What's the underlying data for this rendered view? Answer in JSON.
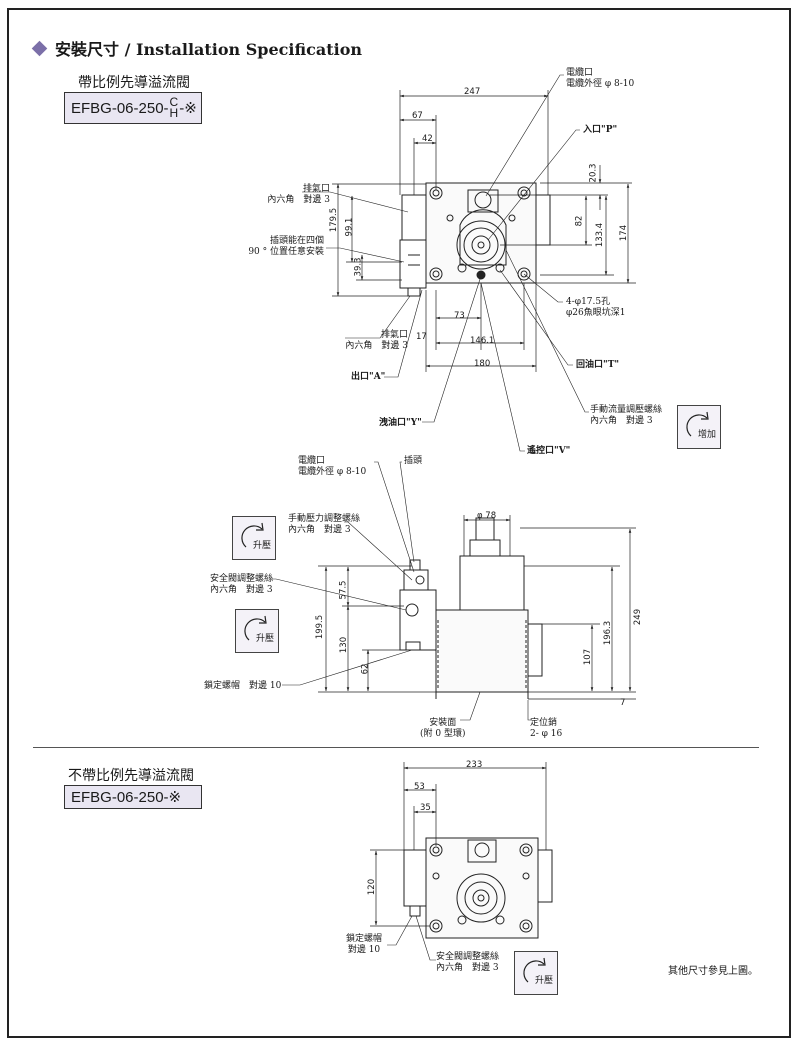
{
  "header": {
    "title": "安裝尺寸 / Installation Specification"
  },
  "section1": {
    "subtitle": "帶比例先導溢流閥",
    "model_prefix": "EFBG-06-250-",
    "model_top": "C",
    "model_bottom": "H",
    "model_suffix": "-※"
  },
  "section2": {
    "subtitle": "不帶比例先導溢流閥",
    "model": "EFBG-06-250-※"
  },
  "view1": {
    "cable_port": [
      "電纜口",
      "電纜外徑 φ 8-10"
    ],
    "inlet": "入口\"P\"",
    "exhaust_top": [
      "排氣口",
      "內六角　對邊 3"
    ],
    "plug_note": [
      "插頭能在四個",
      "90 ° 位置任意安裝"
    ],
    "exhaust_bottom": [
      "排氣口",
      "內六角　對邊 3"
    ],
    "outlet_a": "出口\"A\"",
    "holes": [
      "4-φ17.5孔",
      "φ26魚眼坑深1"
    ],
    "return_t": "回油口\"T\"",
    "manual_flow": [
      "手動流量調壓螺絲",
      "內六角　對邊 3"
    ],
    "drain_y": "洩油口\"Y\"",
    "remote_v": "遙控口\"V\"",
    "increase": "增加",
    "dims": {
      "d247": "247",
      "d67": "67",
      "d42": "42",
      "d20_3": "20.3",
      "d82": "82",
      "d133_4": "133.4",
      "d174": "174",
      "d179_5": "179.5",
      "d99_1": "99.1",
      "d39_3": "39.3",
      "d73": "73",
      "d17": "17",
      "d146_1": "146.1",
      "d180": "180"
    }
  },
  "view2": {
    "cable_port": [
      "電纜口",
      "電纜外徑 φ 8-10"
    ],
    "plug": "插頭",
    "manual_pressure": [
      "手動壓力調整螺絲",
      "內六角　對邊 3"
    ],
    "raise1": "升壓",
    "safety_screw": [
      "安全閥調整螺絲",
      "內六角　對邊 3"
    ],
    "raise2": "升壓",
    "lock_nut": "鎖定螺帽　對邊 10",
    "mount_face": [
      "安裝面",
      "(附 0 型環)"
    ],
    "locating_pin": [
      "定位銷",
      "2- φ 16"
    ],
    "dims": {
      "d78": "φ 78",
      "d57_5": "57.5",
      "d199_5": "199.5",
      "d130": "130",
      "d62": "62",
      "d107": "107",
      "d196_3": "196.3",
      "d249": "249",
      "d7": "7"
    }
  },
  "view3": {
    "lock_nut": [
      "鎖定螺帽",
      "對邊 10"
    ],
    "safety_screw": [
      "安全閥調整螺絲",
      "內六角　對邊 3"
    ],
    "raise": "升壓",
    "note": "其他尺寸參見上圖。",
    "dims": {
      "d233": "233",
      "d53": "53",
      "d35": "35",
      "d120": "120"
    }
  }
}
